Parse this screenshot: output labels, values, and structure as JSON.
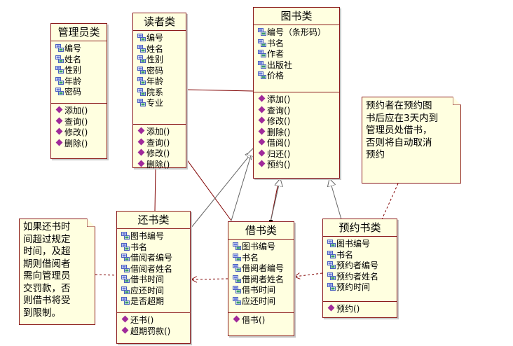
{
  "classes": {
    "admin": {
      "title": "管理员类",
      "attributes": [
        "编号",
        "姓名",
        "性别",
        "年龄",
        "密码"
      ],
      "operations": [
        "添加()",
        "查询()",
        "修改()",
        "删除()"
      ]
    },
    "reader": {
      "title": "读者类",
      "attributes": [
        "编号",
        "姓名",
        "性别",
        "密码",
        "年龄",
        "院系",
        "专业"
      ],
      "operations": [
        "添加()",
        "查询()",
        "修改()",
        "删除()"
      ]
    },
    "book": {
      "title": "图书类",
      "attributes": [
        "编号（条形码）",
        "书名",
        "作者",
        "出版社",
        "价格"
      ],
      "operations": [
        "添加()",
        "查询()",
        "修改()",
        "删除()",
        "借阅()",
        "归还()",
        "预约()"
      ]
    },
    "return": {
      "title": "还书类",
      "attributes": [
        "图书编号",
        "书名",
        "借阅者编号",
        "借阅者姓名",
        "借书时间",
        "应还时间",
        "是否超期"
      ],
      "operations": [
        "还书()",
        "超期罚款()"
      ]
    },
    "borrow": {
      "title": "借书类",
      "attributes": [
        "图书编号",
        "书名",
        "借阅者编号",
        "借阅者姓名",
        "借书时间",
        "应还时间"
      ],
      "operations": [
        "借书()"
      ]
    },
    "reserve": {
      "title": "预约书类",
      "attributes": [
        "图书编号",
        "书名",
        "预约者编号",
        "预约者姓名",
        "预约时间"
      ],
      "operations": [
        "预约()"
      ]
    }
  },
  "notes": {
    "reserve_note": [
      "预约者在预约图",
      "书后应在3天内到",
      "管理员处借书，",
      "否则将自动取消",
      "预约"
    ],
    "return_note": [
      "如果还书时",
      "间超过规定",
      "时间，及超",
      "期则借阅者",
      "需向管理员",
      "交罚款，否",
      "则借书将受",
      "到限制。"
    ]
  },
  "colors": {
    "box_fill": "#ffffe0",
    "box_border": "#8b1a1a",
    "line": "#800000",
    "operation_icon": "#a02a9a",
    "attribute_icon": "#4a5ec0"
  }
}
